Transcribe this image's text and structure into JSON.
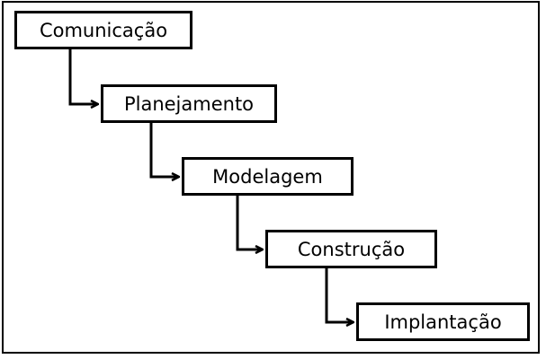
{
  "diagram": {
    "stages": [
      {
        "label": "Comunicação"
      },
      {
        "label": "Planejamento"
      },
      {
        "label": "Modelagem"
      },
      {
        "label": "Construção"
      },
      {
        "label": "Implantação"
      }
    ],
    "colors": {
      "line": "#000000",
      "background": "#ffffff"
    }
  }
}
